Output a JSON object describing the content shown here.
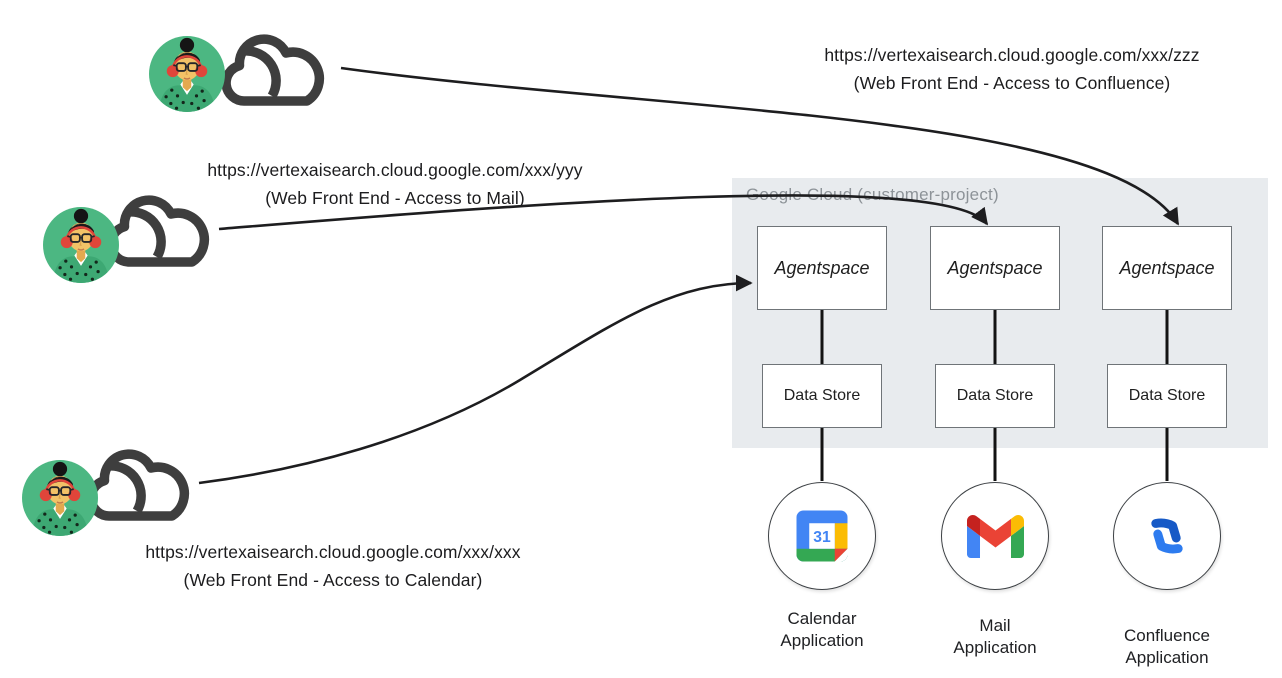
{
  "users": [
    {
      "id": "user-top",
      "url": "https://vertexaisearch.cloud.google.com/xxx/zzz",
      "caption": "(Web Front End - Access to Confluence)"
    },
    {
      "id": "user-middle",
      "url": "https://vertexaisearch.cloud.google.com/xxx/yyy",
      "caption": "(Web Front End - Access to Mail)"
    },
    {
      "id": "user-bottom",
      "url": "https://vertexaisearch.cloud.google.com/xxx/xxx",
      "caption": "(Web Front End - Access to Calendar)"
    }
  ],
  "cloud_panel": {
    "title": "Google Cloud (customer-project)",
    "columns": [
      {
        "agent_label": "Agentspace",
        "datastore_label": "Data Store",
        "app_line1": "Calendar",
        "app_line2": "Application",
        "app_icon": "google-calendar-icon"
      },
      {
        "agent_label": "Agentspace",
        "datastore_label": "Data Store",
        "app_line1": "Mail",
        "app_line2": "Application",
        "app_icon": "gmail-icon"
      },
      {
        "agent_label": "Agentspace",
        "datastore_label": "Data Store",
        "app_line1": "Confluence",
        "app_line2": "Application",
        "app_icon": "confluence-icon"
      }
    ]
  },
  "icons": {
    "calendar_day": "31"
  },
  "connections": [
    {
      "from": "user-top",
      "to": "agentspace-3-confluence"
    },
    {
      "from": "user-middle",
      "to": "agentspace-2-mail"
    },
    {
      "from": "user-bottom",
      "to": "agentspace-1-calendar"
    },
    {
      "from": "agentspace-1",
      "to": "datastore-1"
    },
    {
      "from": "agentspace-2",
      "to": "datastore-2"
    },
    {
      "from": "agentspace-3",
      "to": "datastore-3"
    },
    {
      "from": "datastore-1",
      "to": "calendar-application"
    },
    {
      "from": "datastore-2",
      "to": "mail-application"
    },
    {
      "from": "datastore-3",
      "to": "confluence-application"
    }
  ],
  "colors": {
    "panel_bg": "#e8ebee",
    "panel_title": "#8d9398",
    "arrow": "#1d1d1f",
    "box_border": "#6f7478",
    "avatar_bg": "#4cb782",
    "cloud_stroke": "#3e3e3e",
    "google_blue": "#4285f4",
    "google_red": "#ea4335",
    "google_yellow": "#fbbc04",
    "google_green": "#34a853",
    "gmail_dark_red": "#c5221f",
    "confluence_blue_dark": "#1659c6",
    "confluence_blue_light": "#2d7bef"
  }
}
